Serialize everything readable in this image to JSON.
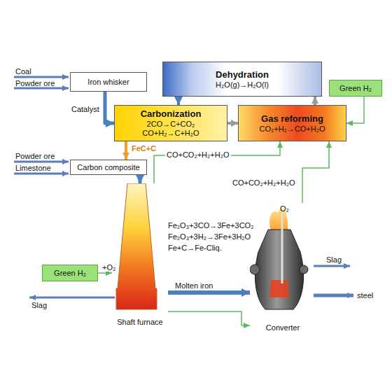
{
  "diagram": {
    "nodes": [
      {
        "text": [
          "Iron whisker"
        ]
      },
      {
        "text": [
          "Dehydration",
          "H₂O(g)→H₂O(l)"
        ]
      },
      {
        "text": [
          "Green H₂"
        ]
      },
      {
        "text": [
          "Carbonization",
          "2CO→C+CO₂",
          "CO+H₂→C+H₂O"
        ]
      },
      {
        "text": [
          "Gas reforming",
          "CO₂+H₂→CO+H₂O"
        ]
      },
      {
        "text": [
          "Carbon composite"
        ]
      },
      {
        "text": [
          "Shaft furnace"
        ]
      },
      {
        "text": [
          "Green H₂"
        ]
      },
      {
        "text": [
          "Converter"
        ]
      }
    ],
    "edges": [
      {
        "from": 0,
        "to": 3,
        "arrow": "to",
        "label": "Catalyst"
      },
      {
        "from": 3,
        "to": 5,
        "arrow": "to",
        "label": "FeC+C"
      },
      {
        "from": 1,
        "to": 3,
        "arrow": "to"
      },
      {
        "from": 4,
        "to": 1,
        "arrow": "to"
      },
      {
        "from": 3,
        "to": 4,
        "arrow": "to"
      },
      {
        "from": 2,
        "to": 4,
        "arrow": "to"
      },
      {
        "from": 5,
        "to": 6,
        "arrow": "to"
      },
      {
        "from": 6,
        "to": 4,
        "arrow": "to",
        "label": "CO+CO₂+H₂+H₂O"
      },
      {
        "from": 8,
        "to": 4,
        "arrow": "to",
        "label": "CO+CO₂+H₂+H₂O"
      },
      {
        "from": 7,
        "to": 6,
        "arrow": "to",
        "label": "+O₂"
      },
      {
        "from": 6,
        "to": 8,
        "arrow": "to",
        "label": "Molten iron"
      },
      {
        "from": 6,
        "to": 8,
        "arrow": "to"
      }
    ],
    "labels": [
      "Coal",
      "Powder ore",
      "Powder ore",
      "Limestone",
      "Fe₂O₃+3CO→3Fe+3CO₂",
      "Fe₂O₃+3H₂→3Fe+3H₂O",
      "Fe+C→Fe-Cliq.",
      "O₂",
      "Slag",
      "Slag",
      "steel"
    ]
  }
}
